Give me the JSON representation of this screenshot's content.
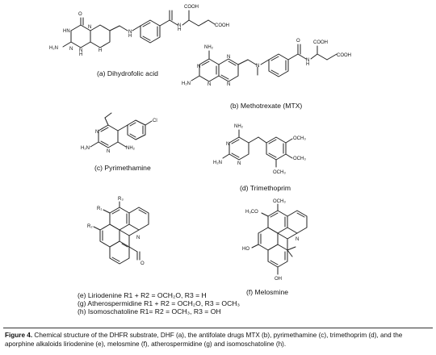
{
  "structures": {
    "a": {
      "name": "(a) Dihydrofolic acid",
      "atoms": {
        "o1": "O",
        "cooh1": "COOH",
        "h_amide": "H",
        "n_amide": "N",
        "cooh2": "COOH",
        "hn": "HN",
        "n1": "N",
        "n2": "N",
        "n3": "H",
        "h2n": "H₂N",
        "n4": "N",
        "nh1": "N",
        "nh2": "H",
        "nh3": "H"
      }
    },
    "b": {
      "name": "(b) Methotrexate (MTX)",
      "atoms": {
        "nh2_top": "NH₂",
        "h2n": "H₂N",
        "n1": "N",
        "n2": "N",
        "n3": "N",
        "n4": "N",
        "n_me": "N",
        "o": "O",
        "cooh1": "COOH",
        "h_amide": "H",
        "n_amide": "N",
        "cooh2": "COOH"
      }
    },
    "c": {
      "name": "(c) Pyrimethamine",
      "atoms": {
        "cl": "Cl",
        "n1": "N",
        "n2": "N",
        "h2n": "H₂N",
        "nh2": "NH₂"
      }
    },
    "d": {
      "name": "(d) Trimethoprim",
      "atoms": {
        "nh2": "NH₂",
        "n1": "N",
        "n2": "N",
        "h2n": "H₂N",
        "och3_1": "OCH₃",
        "och3_2": "OCH₃",
        "och3_3": "OCH₃"
      }
    },
    "e": {
      "atoms": {
        "r3": "R₃",
        "r1": "R₁",
        "r2": "R₂",
        "n": "N",
        "o": "O"
      }
    },
    "f": {
      "name": "(f) Melosmine",
      "atoms": {
        "och3": "OCH₃",
        "h3co": "H₃CO",
        "n": "N",
        "ho": "HO",
        "oh": "OH"
      }
    }
  },
  "legend": [
    "(e) Liriodenine R1 + R2 = OCH₂O, R3 = H",
    "(g) Atherospermidine R1 + R2 = OCH₂O, R3 = OCH₃",
    "(h) Isomoschatoline R1= R2 = OCH₃, R3 = OH"
  ],
  "caption": {
    "label": "Figure 4.",
    "text": " Chemical structure of the DHFR substrate, DHF (a), the antifolate drugs MTX (b), pyrimethamine (c), trimethoprim (d), and the aporphine alkaloids liriodenine (e), melosmine (f), atherospermidine (g) and isomoschatoline (h)."
  }
}
